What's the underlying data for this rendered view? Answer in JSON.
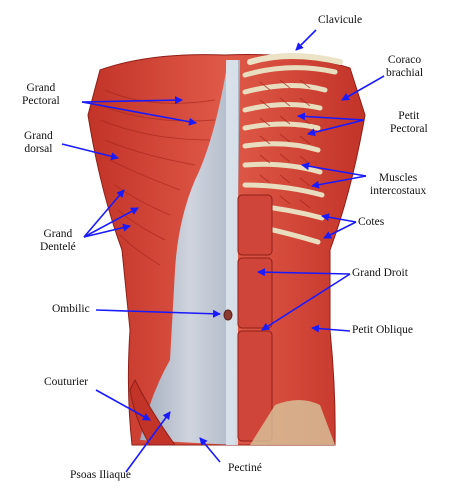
{
  "labels": {
    "clavicule": "Clavicule",
    "coraco_l1": "Coraco",
    "coraco_l2": "brachial",
    "grand_pectoral_l1": "Grand",
    "grand_pectoral_l2": "Pectoral",
    "petit_pectoral_l1": "Petit",
    "petit_pectoral_l2": "Pectoral",
    "grand_dorsal_l1": "Grand",
    "grand_dorsal_l2": "dorsal",
    "muscles_intercostaux_l1": "Muscles",
    "muscles_intercostaux_l2": "intercostaux",
    "cotes": "Cotes",
    "grand_dentele_l1": "Grand",
    "grand_dentele_l2": "Dentelé",
    "grand_droit": "Grand Droit",
    "ombilic": "Ombilic",
    "petit_oblique": "Petit Oblique",
    "couturier": "Couturier",
    "psoas_iliaque": "Psoas Iliaque",
    "pectine": "Pectiné"
  },
  "colors": {
    "arrow": "#1a1aff",
    "muscle": "#d8473a",
    "muscle_dark": "#b52a22",
    "fascia": "#b9c8d6",
    "bone": "#ece2c6"
  }
}
